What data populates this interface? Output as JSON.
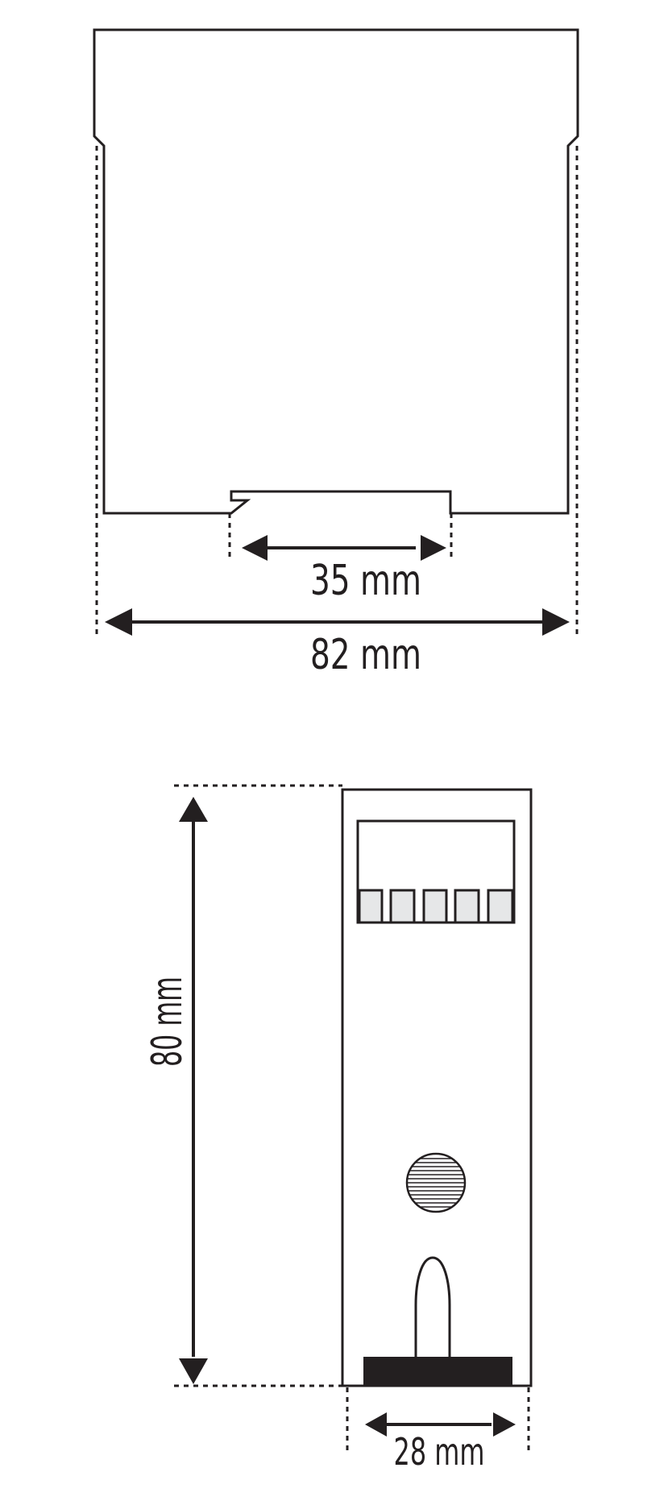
{
  "dimensions": {
    "depth_label": "35 mm",
    "width_label": "82 mm",
    "height_label": "80 mm",
    "module_width_label": "28 mm"
  },
  "colors": {
    "line": "#231f20",
    "terminal_fill": "#e6e7e8",
    "background": "#ffffff"
  }
}
